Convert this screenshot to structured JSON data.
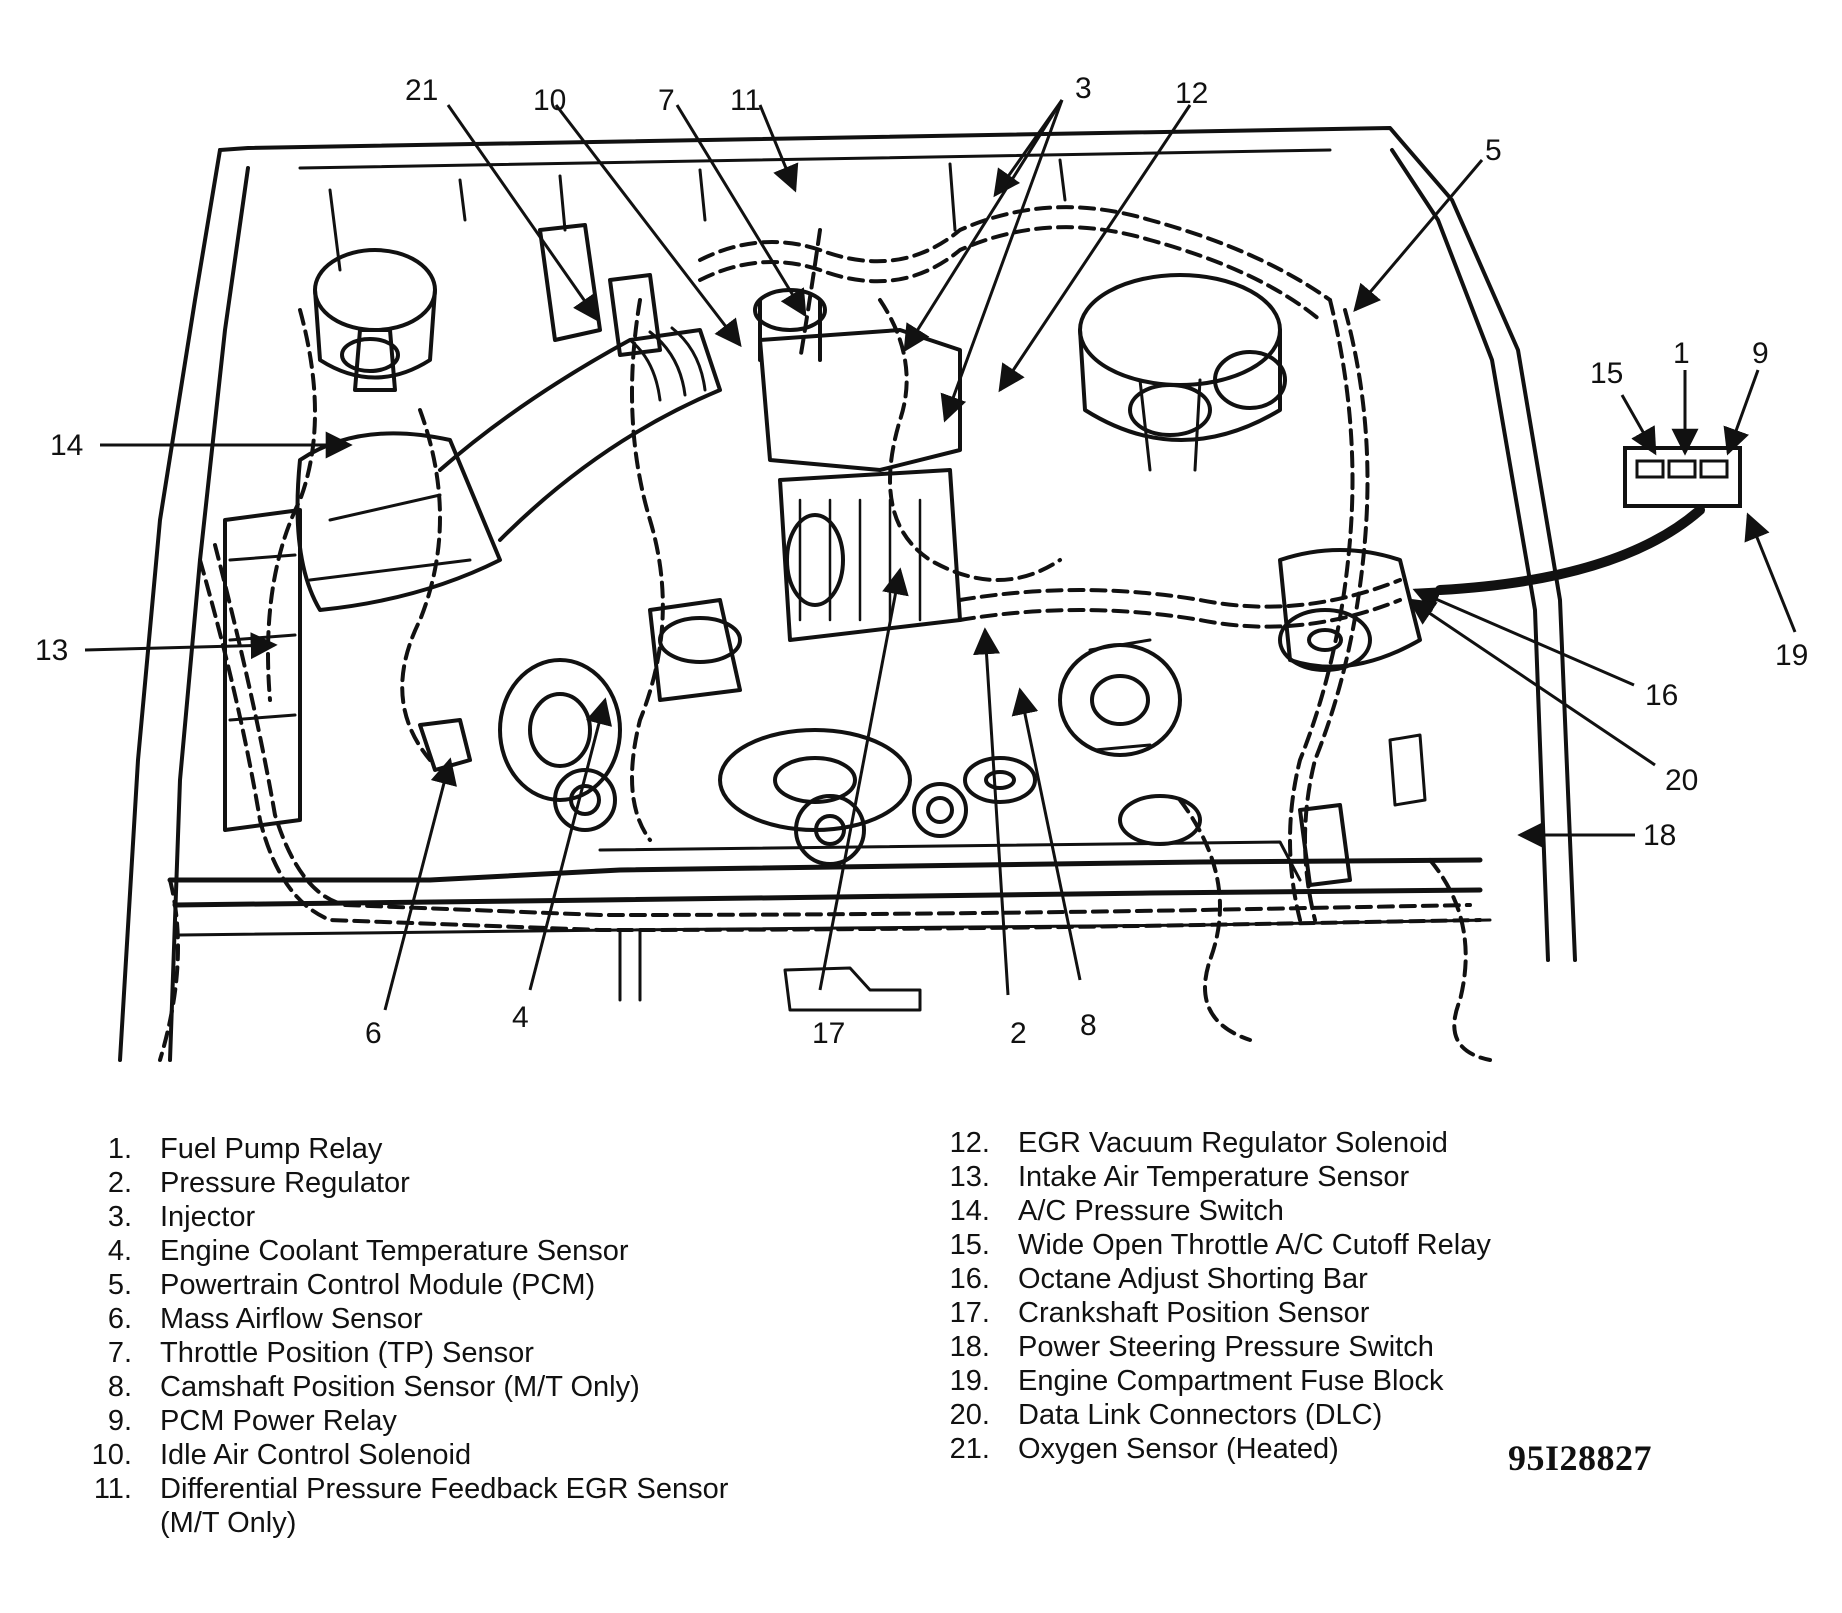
{
  "figure_code": "95I28827",
  "callouts": [
    "1",
    "2",
    "3",
    "4",
    "5",
    "6",
    "7",
    "8",
    "9",
    "10",
    "11",
    "12",
    "13",
    "14",
    "15",
    "16",
    "17",
    "18",
    "19",
    "20",
    "21"
  ],
  "legend": [
    {
      "num": "1.",
      "text": "Fuel Pump Relay"
    },
    {
      "num": "2.",
      "text": "Pressure Regulator"
    },
    {
      "num": "3.",
      "text": "Injector"
    },
    {
      "num": "4.",
      "text": "Engine Coolant Temperature Sensor"
    },
    {
      "num": "5.",
      "text": "Powertrain Control Module (PCM)"
    },
    {
      "num": "6.",
      "text": "Mass Airflow Sensor"
    },
    {
      "num": "7.",
      "text": "Throttle Position (TP) Sensor"
    },
    {
      "num": "8.",
      "text": "Camshaft Position Sensor (M/T Only)"
    },
    {
      "num": "9.",
      "text": "PCM Power Relay"
    },
    {
      "num": "10.",
      "text": "Idle Air Control Solenoid"
    },
    {
      "num": "11.",
      "text": "Differential Pressure Feedback EGR Sensor"
    },
    {
      "num": "",
      "text": "(M/T Only)"
    },
    {
      "num": "12.",
      "text": "EGR Vacuum Regulator Solenoid"
    },
    {
      "num": "13.",
      "text": "Intake Air Temperature Sensor"
    },
    {
      "num": "14.",
      "text": "A/C Pressure Switch"
    },
    {
      "num": "15.",
      "text": "Wide Open Throttle A/C Cutoff Relay"
    },
    {
      "num": "16.",
      "text": "Octane Adjust Shorting Bar"
    },
    {
      "num": "17.",
      "text": "Crankshaft Position Sensor"
    },
    {
      "num": "18.",
      "text": "Power Steering Pressure Switch"
    },
    {
      "num": "19.",
      "text": "Engine Compartment Fuse Block"
    },
    {
      "num": "20.",
      "text": "Data Link Connectors (DLC)"
    },
    {
      "num": "21.",
      "text": "Oxygen Sensor (Heated)"
    }
  ]
}
